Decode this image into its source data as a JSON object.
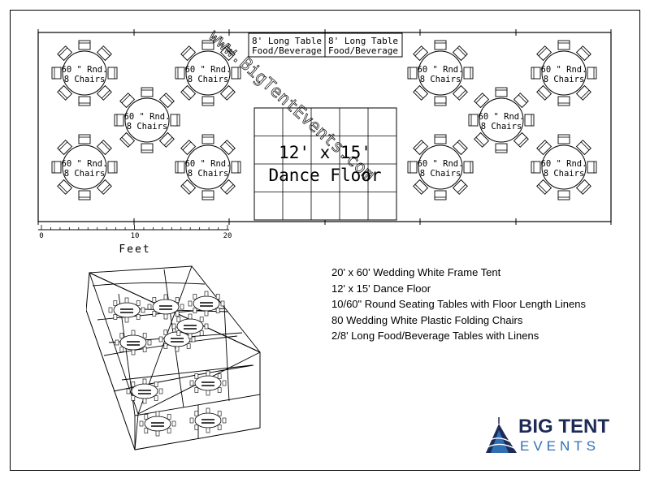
{
  "plan": {
    "food_tables": [
      {
        "line1": "8' Long Table",
        "line2": "Food/Beverage"
      },
      {
        "line1": "8' Long Table",
        "line2": "Food/Beverage"
      }
    ],
    "round_table": {
      "line1": "60 \" Rnd.",
      "line2": "8 Chairs"
    },
    "dance_floor": {
      "size": "12' x 15'",
      "label": "Dance Floor"
    },
    "watermark": "www.BigTentEvents.com",
    "scale": {
      "ticks": [
        "0",
        "10",
        "20"
      ],
      "unit": "Feet"
    }
  },
  "notes": [
    "20' x 60' Wedding White Frame Tent",
    "12' x 15' Dance Floor",
    "10/60\" Round Seating Tables with Floor Length Linens",
    "80 Wedding White Plastic Folding Chairs",
    "2/8' Long Food/Beverage Tables with Linens"
  ],
  "logo": {
    "line1": "BIG TENT",
    "line2": "EVENTS",
    "colors": {
      "navy": "#1e2b57",
      "blue": "#2f6fb5"
    }
  }
}
